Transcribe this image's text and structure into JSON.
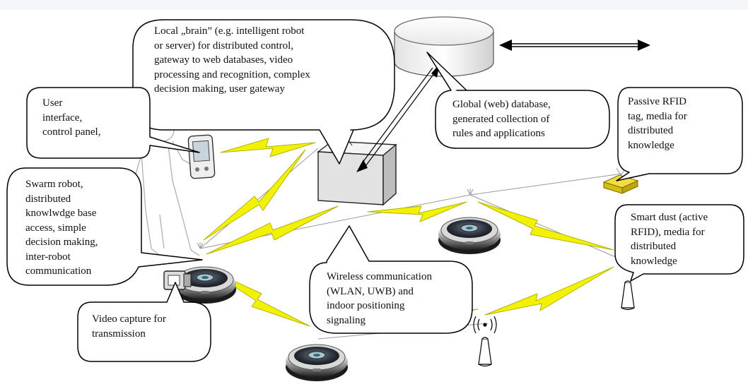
{
  "colors": {
    "lightning": "#f2f200",
    "lightning_edge": "#b3b300",
    "bubble_stroke": "#000000",
    "database_fill": "#eeeeee",
    "rfid_tag": "#e6cf1a",
    "robot_body": "#2a2a2a"
  },
  "callouts": {
    "brain": {
      "lines": [
        "Local „brain” (e.g. intelligent robot",
        "or server) for distributed control,",
        "gateway to web databases, video",
        "processing and recognition,  complex",
        "decision making, user gateway"
      ]
    },
    "user": {
      "lines": [
        "User",
        "interface,",
        "control panel,"
      ]
    },
    "global_db": {
      "lines": [
        "Global (web) database,",
        "generated collection of",
        "rules and applications"
      ]
    },
    "passive_rfid": {
      "lines": [
        "Passive RFID",
        "tag, media for",
        "distributed",
        "knowledge"
      ]
    },
    "swarm_robot": {
      "lines": [
        "Swarm robot,",
        "distributed",
        "knowlwdge base",
        "access, simple",
        "decision making,",
        "inter-robot",
        "communication"
      ]
    },
    "smart_dust": {
      "lines": [
        "Smart dust (active",
        "RFID), media for",
        "distributed",
        "knowledge"
      ]
    },
    "wireless": {
      "lines": [
        "Wireless communication",
        "(WLAN, UWB) and",
        "indoor positioning",
        "signaling"
      ]
    },
    "video": {
      "lines": [
        "Video capture for",
        "transmission"
      ]
    }
  },
  "icons": {
    "database": "cylinder-database-icon",
    "server": "server-box-icon",
    "handheld": "pda-device-icon",
    "person": "user-figure-icon",
    "robot": "round-robot-icon",
    "camera": "camera-icon",
    "antenna": "antenna-icon",
    "rfid": "rfid-tag-icon",
    "arrow": "double-arrow-icon",
    "lightning": "lightning-link-icon"
  }
}
